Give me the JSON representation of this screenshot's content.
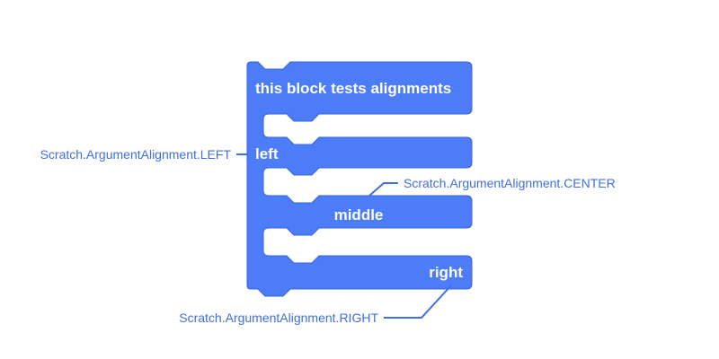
{
  "colors": {
    "block_fill": "#4C7CF7",
    "block_stroke": "#3463DA",
    "block_text": "#ffffff",
    "callout": "#3F6FE0"
  },
  "block": {
    "header": "this block tests alignments",
    "arguments": [
      {
        "label": "left",
        "alignment": "left"
      },
      {
        "label": "middle",
        "alignment": "center"
      },
      {
        "label": "right",
        "alignment": "right"
      }
    ]
  },
  "callouts": {
    "left": "Scratch.ArgumentAlignment.LEFT",
    "center": "Scratch.ArgumentAlignment.CENTER",
    "right": "Scratch.ArgumentAlignment.RIGHT"
  }
}
